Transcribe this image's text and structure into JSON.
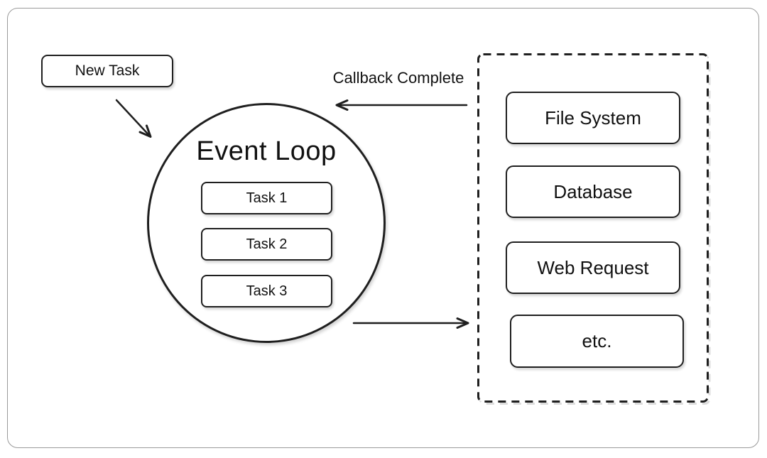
{
  "diagram": {
    "new_task": {
      "label": "New Task"
    },
    "event_loop": {
      "title": "Event Loop",
      "tasks": [
        {
          "label": "Task 1"
        },
        {
          "label": "Task 2"
        },
        {
          "label": "Task 3"
        }
      ]
    },
    "callback_arrow_label": "Callback Complete",
    "async_sources": {
      "items": [
        {
          "label": "File System"
        },
        {
          "label": "Database"
        },
        {
          "label": "Web Request"
        },
        {
          "label": "etc."
        }
      ]
    },
    "colors": {
      "shape_stroke": "#1f1f1f",
      "frame_stroke": "#9a9a9a",
      "background": "#ffffff",
      "text": "#111111",
      "shadow": "#dcdcdc"
    }
  }
}
